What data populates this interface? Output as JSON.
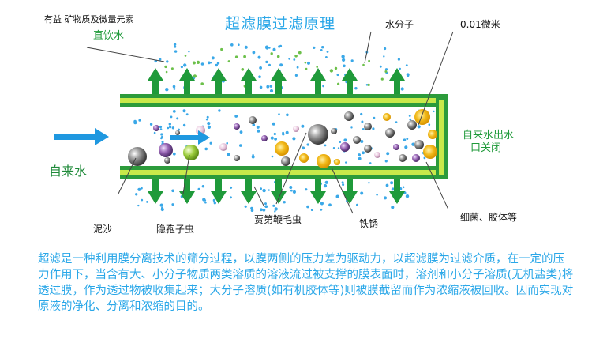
{
  "title": "超滤膜过滤原理",
  "labels": {
    "minerals": "有益 矿物质及微量元素",
    "drinking_water": "直饮水",
    "water_molecule": "水分子",
    "size": "0.01微米",
    "inlet": "自来水",
    "outlet_closed_line1": "自来水出水",
    "outlet_closed_line2": "口关闭",
    "sediment": "泥沙",
    "cryptosporidium": "隐孢子虫",
    "giardia": "贾第鞭毛虫",
    "rust": "铁锈",
    "bacteria_colloids": "细菌、胶体等"
  },
  "description": "超滤是一种利用膜分离技术的筛分过程，以膜两侧的压力差为驱动力，以超滤膜为过滤介质，在一定的压力作用下，当含有大、小分子物质两类溶质的溶液流过被支撑的膜表面时，溶剂和小分子溶质(无机盐类)将透过膜，作为透过物被收集起来；大分子溶质(如有机胶体等)则被膜截留而作为浓缩液被回收。因而实现对原液的净化、分离和浓缩的目的。",
  "colors": {
    "membrane_green": "#2c9b3b",
    "membrane_yellow": "#c9e94a",
    "flow_blue": "#1f98e0",
    "text_blue": "#2aa7e8",
    "particle_gold": "#f1b818",
    "particle_grey": "#808080",
    "particle_purple": "#9866b4",
    "particle_light_green": "#9ccc3c"
  }
}
